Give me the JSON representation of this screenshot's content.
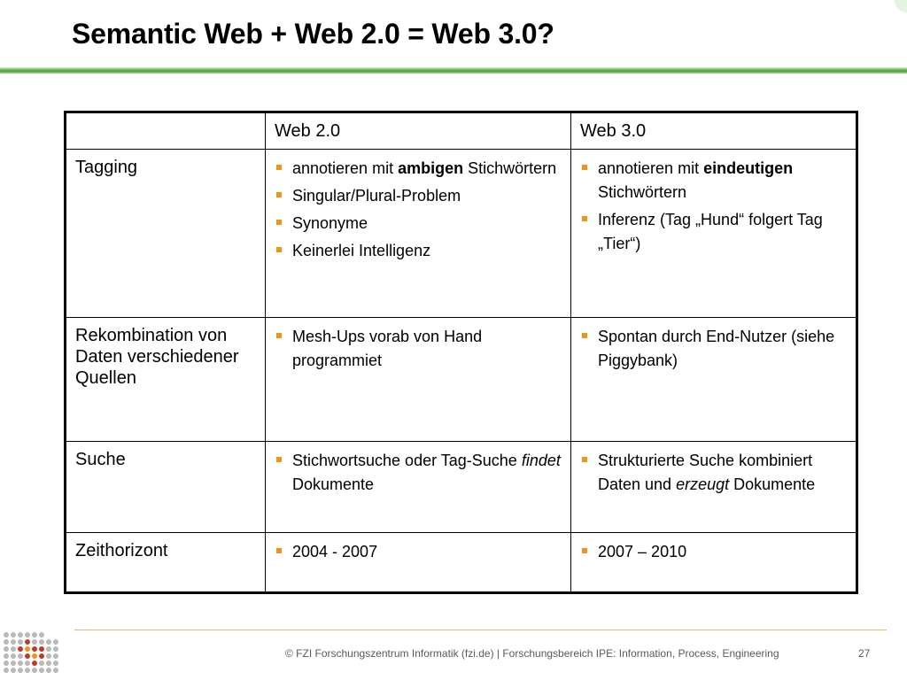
{
  "slide": {
    "title": "Semantic Web + Web 2.0 = Web 3.0?",
    "table": {
      "headers": [
        "",
        "Web 2.0",
        "Web 3.0"
      ],
      "rows": [
        {
          "label": "Tagging",
          "web2": [
            [
              {
                "t": "annotieren mit "
              },
              {
                "t": "ambigen",
                "b": true
              },
              {
                "t": " Stichwörtern"
              }
            ],
            [
              {
                "t": "Singular/Plural-Problem"
              }
            ],
            [
              {
                "t": "Synonyme"
              }
            ],
            [
              {
                "t": "Keinerlei Intelligenz"
              }
            ]
          ],
          "web3": [
            [
              {
                "t": "annotieren mit "
              },
              {
                "t": "eindeutigen",
                "b": true
              },
              {
                "t": " Stichwörtern"
              }
            ],
            [
              {
                "t": "Inferenz (Tag „Hund“ folgert Tag „Tier“)"
              }
            ]
          ]
        },
        {
          "label": "Rekombination von Daten verschiedener Quellen",
          "web2": [
            [
              {
                "t": "Mesh-Ups vorab von Hand programmiet"
              }
            ]
          ],
          "web3": [
            [
              {
                "t": "Spontan durch End-Nutzer (siehe Piggybank)"
              }
            ]
          ]
        },
        {
          "label": "Suche",
          "web2": [
            [
              {
                "t": "Stichwortsuche oder Tag-Suche "
              },
              {
                "t": "findet",
                "i": true
              },
              {
                "t": " Dokumente"
              }
            ]
          ],
          "web3": [
            [
              {
                "t": "Strukturierte Suche kombiniert Daten und "
              },
              {
                "t": "erzeugt",
                "i": true
              },
              {
                "t": " Dokumente"
              }
            ]
          ]
        },
        {
          "label": "Zeithorizont",
          "web2": [
            [
              {
                "t": "2004 - 2007"
              }
            ]
          ],
          "web3": [
            [
              {
                "t": "2007 – 2010"
              }
            ]
          ]
        }
      ]
    },
    "footer": {
      "text": "© FZI Forschungszentrum Informatik (fzi.de) |  Forschungsbereich IPE: Information, Process, Engineering",
      "page": "27"
    },
    "colors": {
      "accent_green": "#4f9f3a",
      "bullet_orange": "#f29318",
      "logo_red": "#c0392b",
      "logo_grey": "#b8b8b8"
    }
  }
}
